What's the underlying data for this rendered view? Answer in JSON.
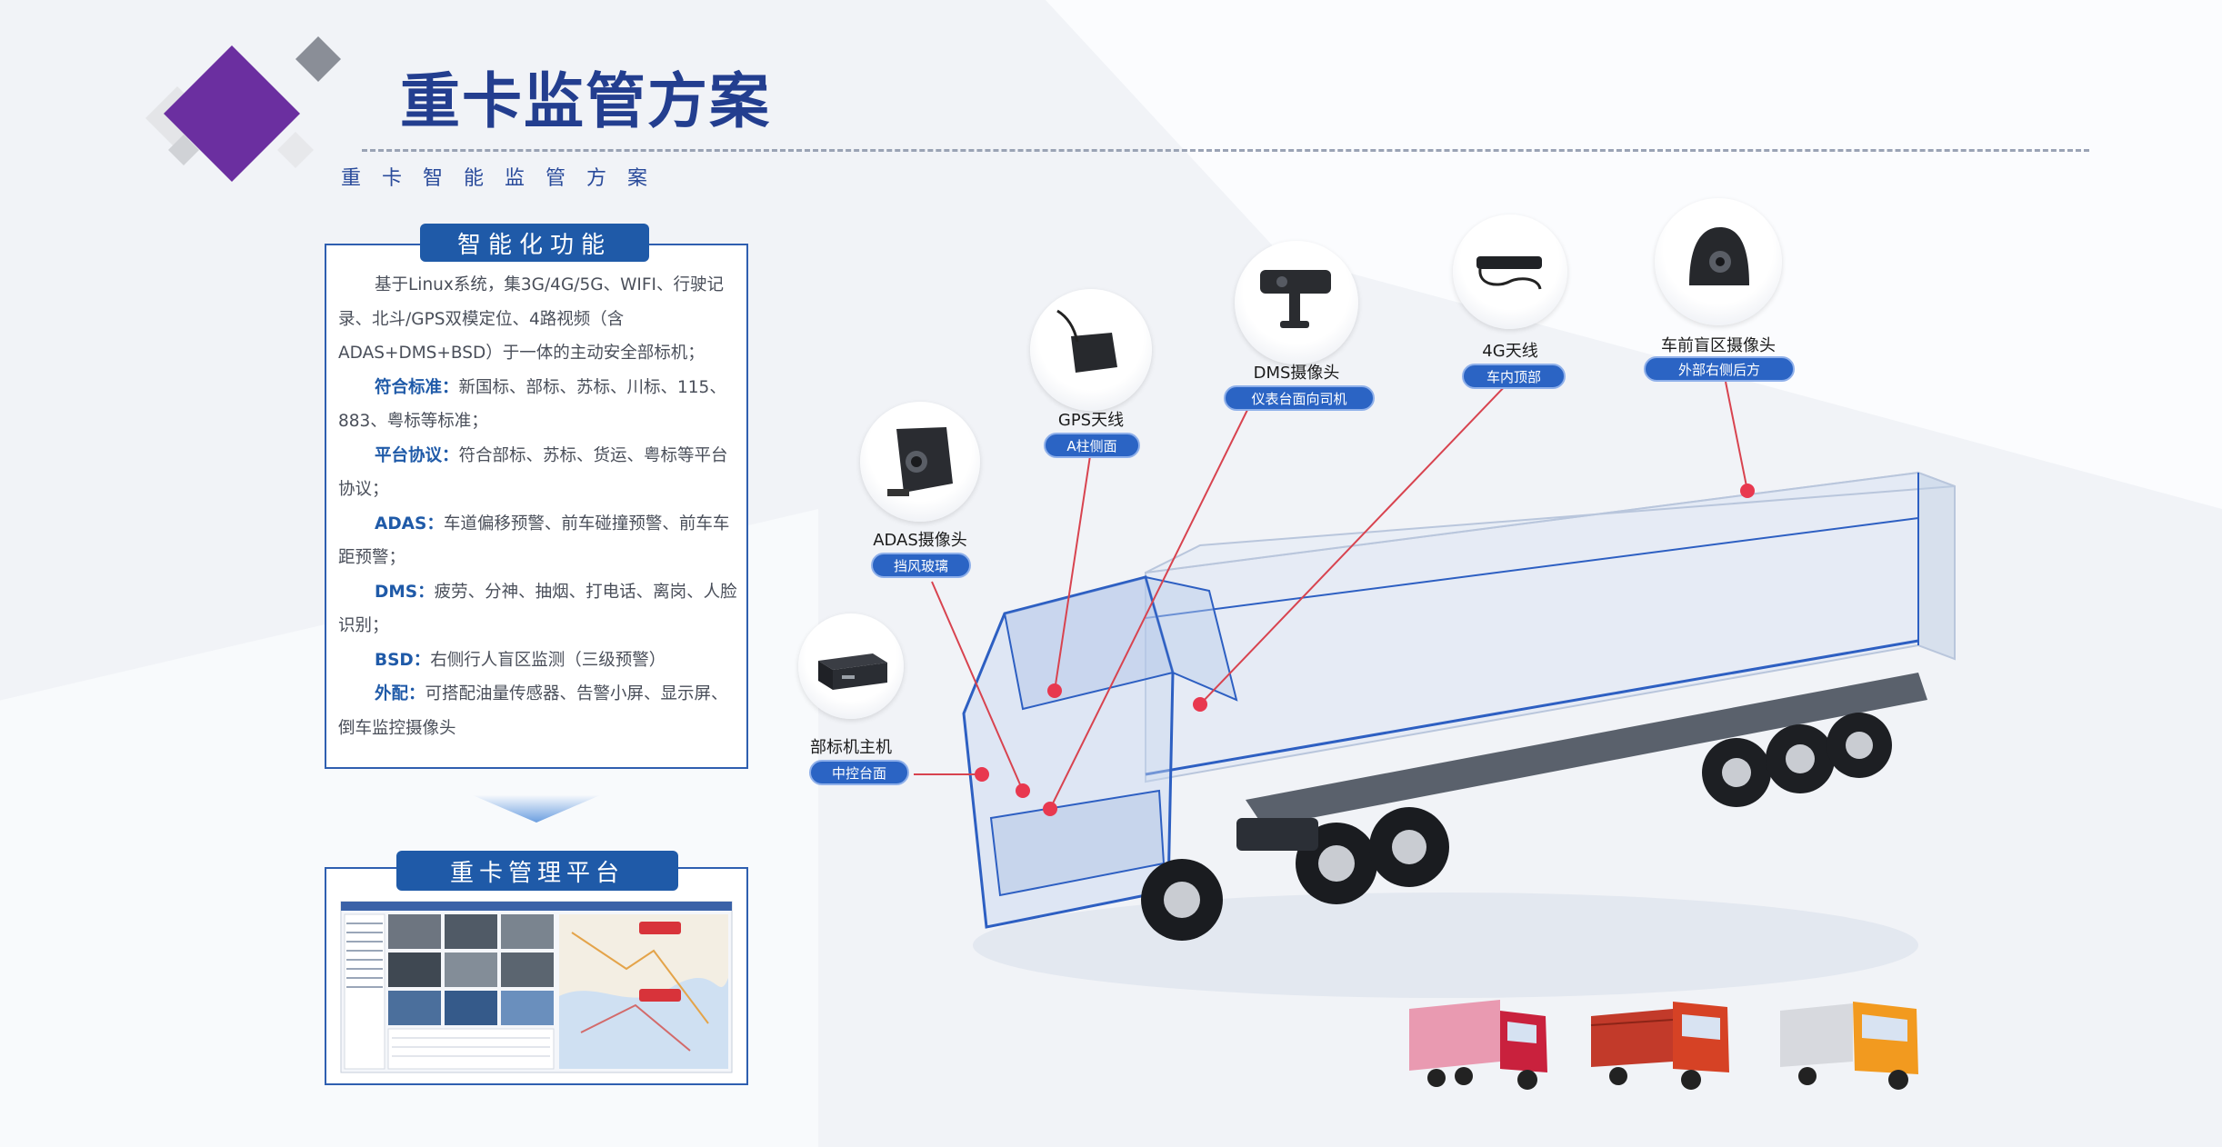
{
  "header": {
    "title": "重卡监管方案",
    "subtitle": "重卡智能监管方案"
  },
  "features": {
    "heading": "智能化功能",
    "intro": "基于Linux系统，集3G/4G/5G、WIFI、行驶记录、北斗/GPS双模定位、4路视频（含ADAS+DMS+BSD）于一体的主动安全部标机；",
    "items": [
      {
        "label": "符合标准：",
        "text": "新国标、部标、苏标、川标、115、883、粤标等标准；"
      },
      {
        "label": "平台协议：",
        "text": "符合部标、苏标、货运、粤标等平台协议；"
      },
      {
        "label": "ADAS：",
        "text": "车道偏移预警、前车碰撞预警、前车车距预警；"
      },
      {
        "label": "DMS：",
        "text": "疲劳、分神、抽烟、打电话、离岗、人脸识别；"
      },
      {
        "label": "BSD：",
        "text": "右侧行人盲区监测（三级预警）"
      },
      {
        "label": "外配：",
        "text": "可搭配油量传感器、告警小屏、显示屏、倒车监控摄像头"
      }
    ]
  },
  "platform": {
    "heading": "重卡管理平台"
  },
  "devices": [
    {
      "name": "部标机主机",
      "tag": "中控台面"
    },
    {
      "name": "ADAS摄像头",
      "tag": "挡风玻璃"
    },
    {
      "name": "GPS天线",
      "tag": "A柱侧面"
    },
    {
      "name": "DMS摄像头",
      "tag": "仪表台面向司机"
    },
    {
      "name": "4G天线",
      "tag": "车内顶部"
    },
    {
      "name": "车前盲区摄像头",
      "tag": "外部右侧后方"
    }
  ],
  "colors": {
    "brand_blue": "#1f5aa8",
    "title_blue": "#233e8f",
    "accent_purple": "#6b2fa0",
    "hotspot_red": "#e8384f"
  }
}
